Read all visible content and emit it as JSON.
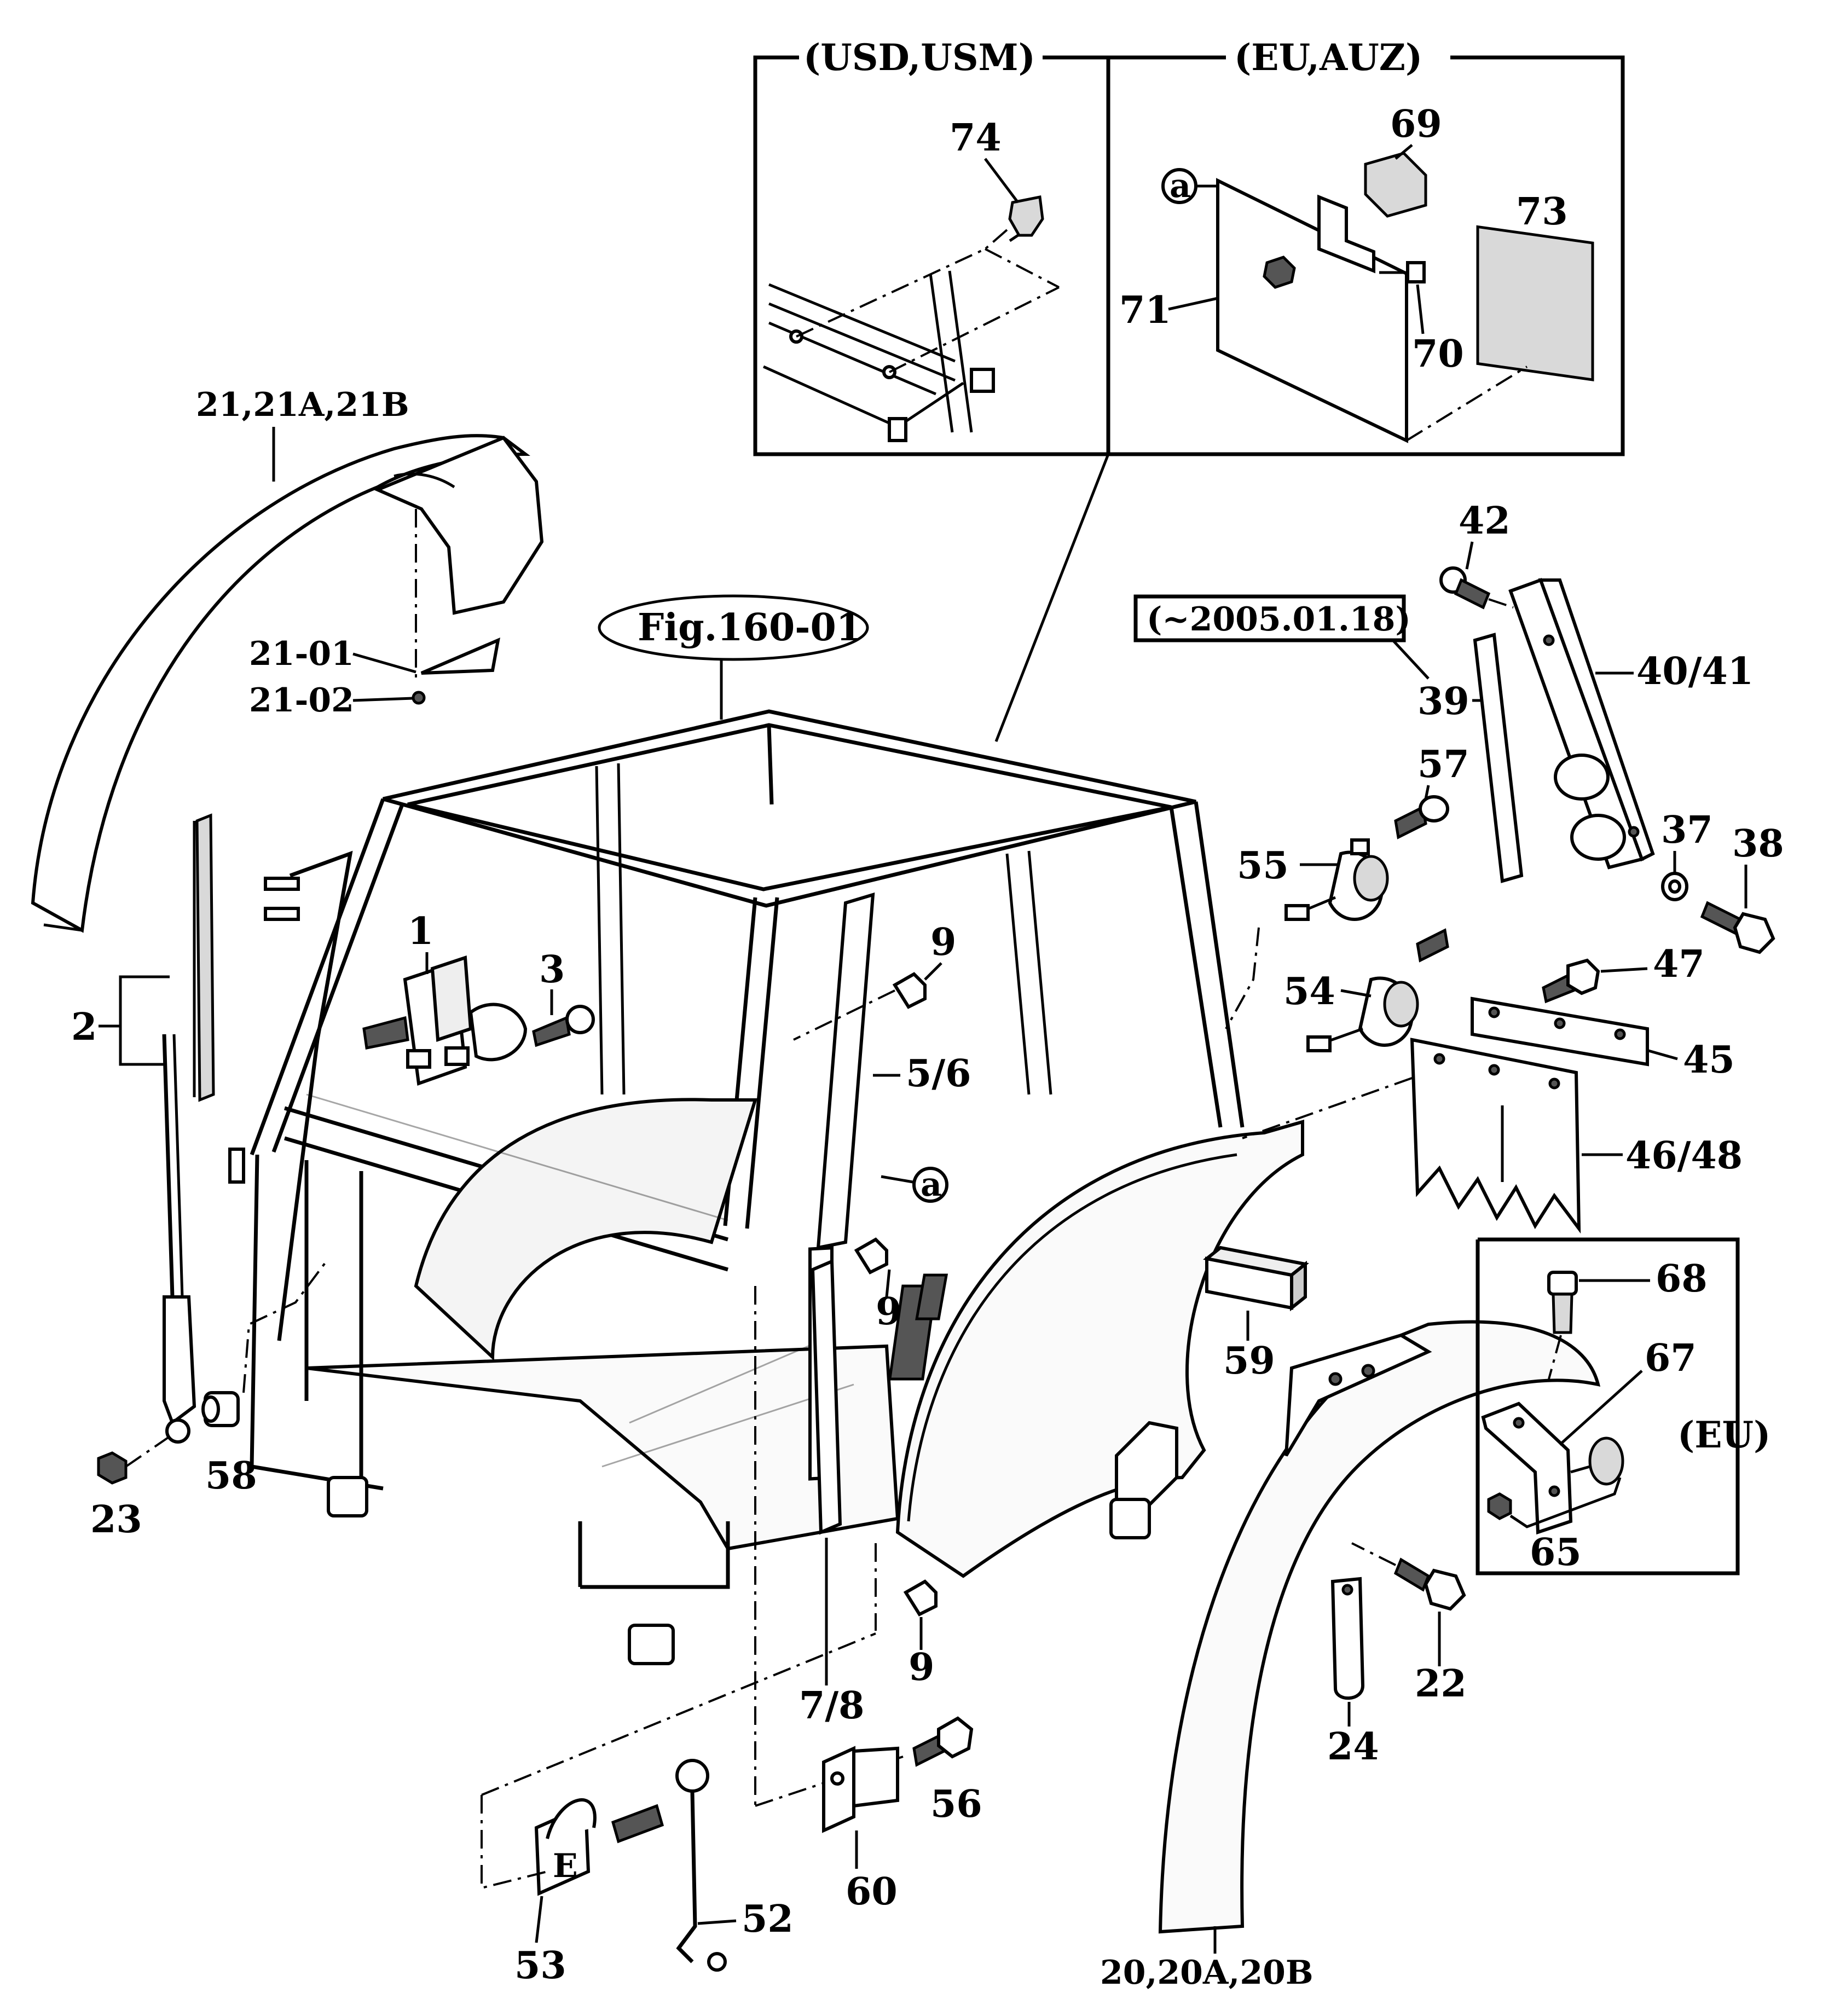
{
  "figure": {
    "reference": "Fig.160-01",
    "insets": {
      "usd_usm": "(USD,USM)",
      "eu_auz": "(EU,AUZ)",
      "eu": "(EU)",
      "date_note": "(~2005.01.18)",
      "anchor": "a"
    },
    "callouts": {
      "p1": "1",
      "p2": "2",
      "p3": "3",
      "p5_6": "5/6",
      "p7_8": "7/8",
      "p9a": "9",
      "p9b": "9",
      "p9c": "9",
      "p20": "20,20A,20B",
      "p21": "21,21A,21B",
      "p21_01": "21-01",
      "p21_02": "21-02",
      "p22": "22",
      "p23": "23",
      "p24": "24",
      "p37": "37",
      "p38": "38",
      "p39": "39",
      "p40_41": "40/41",
      "p42": "42",
      "p45": "45",
      "p46_48": "46/48",
      "p47": "47",
      "p52": "52",
      "p53": "53",
      "p54": "54",
      "p55": "55",
      "p56": "56",
      "p57": "57",
      "p58": "58",
      "p59": "59",
      "p60": "60",
      "p65": "65",
      "p67": "67",
      "p68": "68",
      "p69": "69",
      "p70": "70",
      "p71": "71",
      "p73": "73",
      "p74": "74"
    }
  }
}
